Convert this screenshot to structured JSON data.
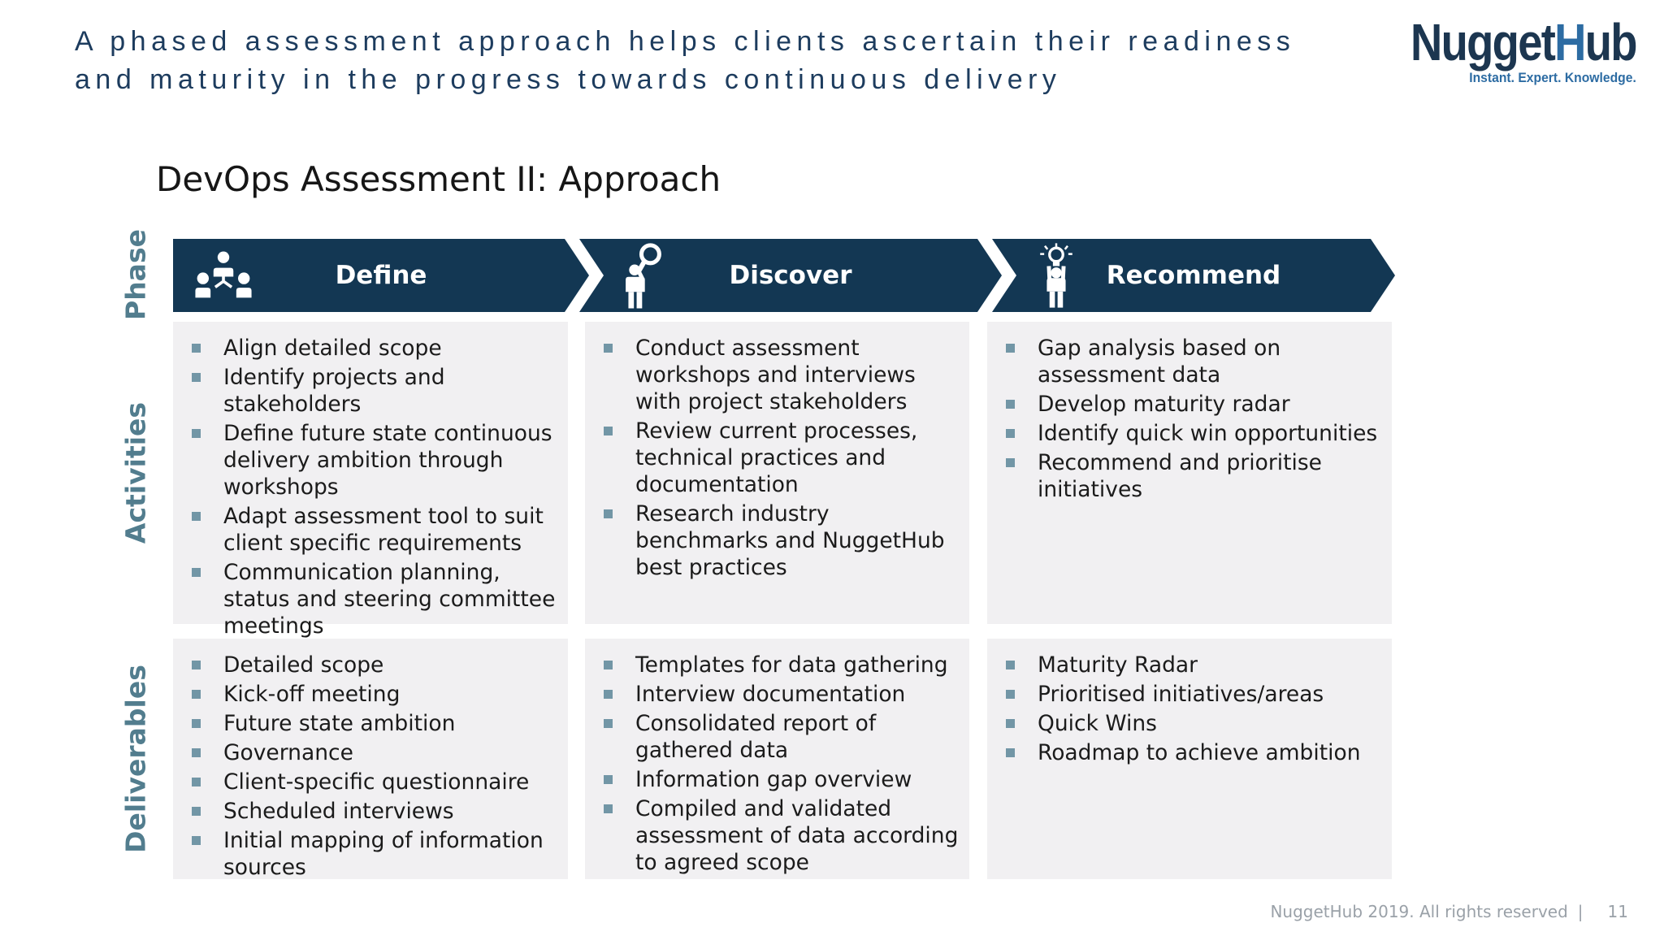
{
  "slide": {
    "title_line1": "A phased assessment approach helps clients ascertain their readiness",
    "title_line2": "and maturity in the progress towards continuous delivery",
    "heading": "DevOps Assessment II: Approach",
    "footer": {
      "copyright": "NuggetHub 2019. All rights reserved",
      "separator": "|",
      "page_number": "11"
    }
  },
  "logo": {
    "part1": "Nugget",
    "part2": "H",
    "part3": "ub",
    "tagline": "Instant. Expert. Knowledge."
  },
  "row_labels": [
    "Phase",
    "Activities",
    "Deliverables"
  ],
  "phases": [
    {
      "label": "Define",
      "icon": "team-hierarchy-icon",
      "activities": [
        "Align detailed scope",
        "Identify projects and stakeholders",
        "Define future state continuous delivery ambition through workshops",
        "Adapt assessment tool to suit client specific requirements",
        "Communication planning, status and steering committee meetings"
      ],
      "deliverables": [
        "Detailed scope",
        "Kick-off meeting",
        "Future state ambition",
        "Governance",
        "Client-specific questionnaire",
        "Scheduled interviews",
        "Initial mapping of information sources"
      ]
    },
    {
      "label": "Discover",
      "icon": "magnifier-person-icon",
      "activities": [
        "Conduct assessment workshops and interviews with project stakeholders",
        "Review current processes, technical practices and documentation",
        "Research industry benchmarks and NuggetHub best practices"
      ],
      "deliverables": [
        "Templates for data gathering",
        "Interview documentation",
        "Consolidated report of gathered data",
        "Information gap overview",
        "Compiled and validated assessment of data according to agreed scope"
      ]
    },
    {
      "label": "Recommend",
      "icon": "lightbulb-person-icon",
      "activities": [
        "Gap analysis based on assessment data",
        "Develop maturity radar",
        "Identify quick win opportunities",
        "Recommend and prioritise initiatives"
      ],
      "deliverables": [
        "Maturity Radar",
        "Prioritised initiatives/areas",
        "Quick Wins",
        "Roadmap to achieve ambition"
      ]
    }
  ],
  "colors": {
    "band": "#133753",
    "title": "#1d3c5e",
    "row_label": "#527d8e",
    "bullet": "#7296a6",
    "box_bg": "#f1f0f2",
    "footer": "#9aa1a8",
    "logo_navy": "#1c3650",
    "logo_blue": "#2d6ca3"
  }
}
